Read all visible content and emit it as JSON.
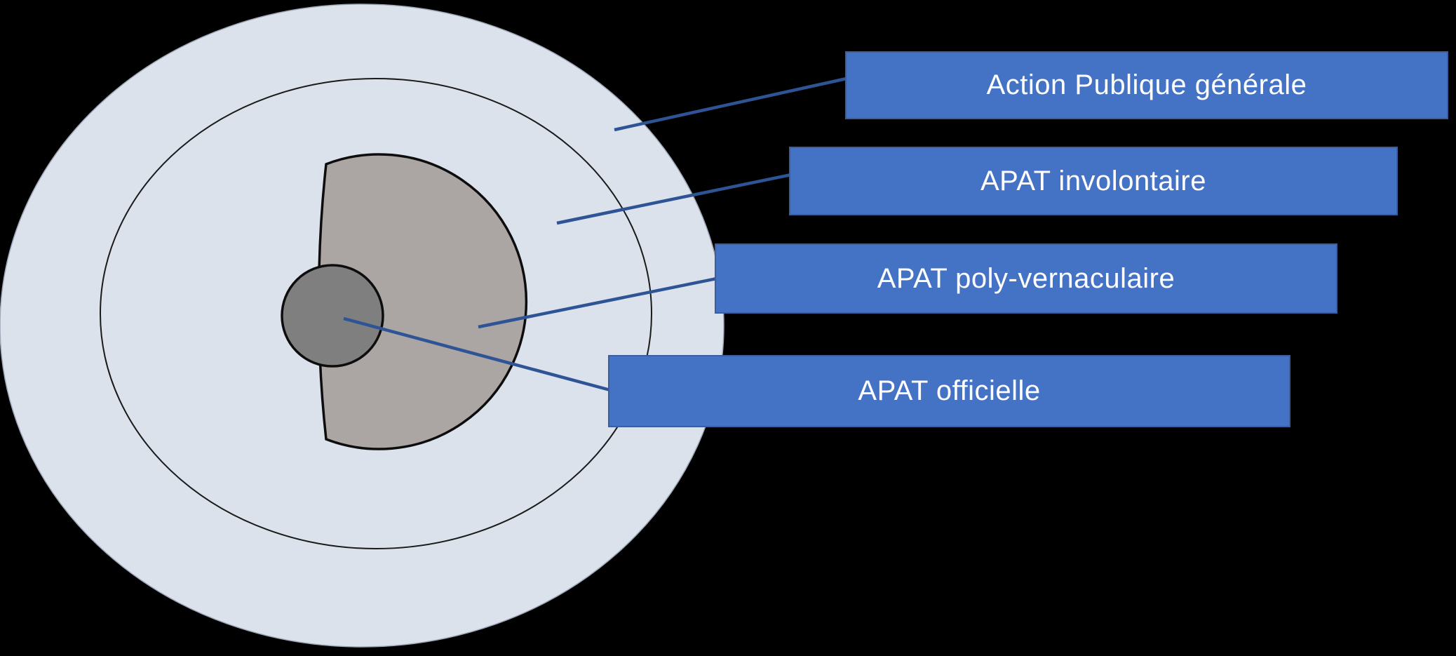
{
  "diagram": {
    "labels": [
      {
        "text": "Action Publique générale"
      },
      {
        "text": "APAT involontaire"
      },
      {
        "text": "APAT poly-vernaculaire"
      },
      {
        "text": "APAT officielle"
      }
    ],
    "colors": {
      "background": "#000000",
      "outer_ellipse_fill": "#dce2ec",
      "inner_circle_fill": "#dce2ec",
      "half_disc_fill": "#aba5a4",
      "core_circle_fill": "#7f7f7f",
      "shape_outline": "#0d0d0d",
      "label_fill": "#4472c4",
      "label_text": "#ffffff",
      "connector": "#2e5496"
    }
  }
}
